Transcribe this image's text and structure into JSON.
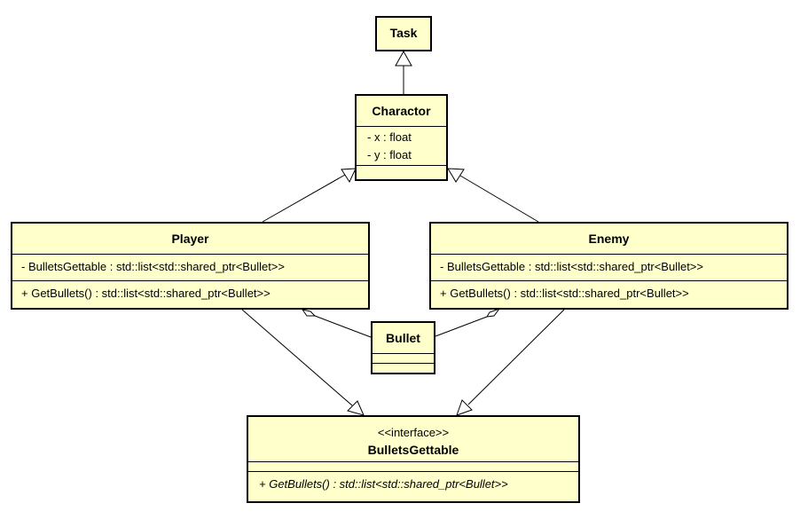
{
  "classes": {
    "task": {
      "name": "Task"
    },
    "charactor": {
      "name": "Charactor",
      "attributes": [
        "- x : float",
        "- y : float"
      ]
    },
    "player": {
      "name": "Player",
      "attribute": "- BulletsGettable : std::list<std::shared_ptr<Bullet>>",
      "operation": "+ GetBullets() : std::list<std::shared_ptr<Bullet>>"
    },
    "enemy": {
      "name": "Enemy",
      "attribute": "- BulletsGettable : std::list<std::shared_ptr<Bullet>>",
      "operation": "+ GetBullets() : std::list<std::shared_ptr<Bullet>>"
    },
    "bullet": {
      "name": "Bullet"
    },
    "bullets_gettable": {
      "stereotype": "<<interface>>",
      "name": "BulletsGettable",
      "operation": "+ GetBullets() : std::list<std::shared_ptr<Bullet>>"
    }
  },
  "colors": {
    "class_fill": "#ffffcc",
    "line": "#000000"
  }
}
